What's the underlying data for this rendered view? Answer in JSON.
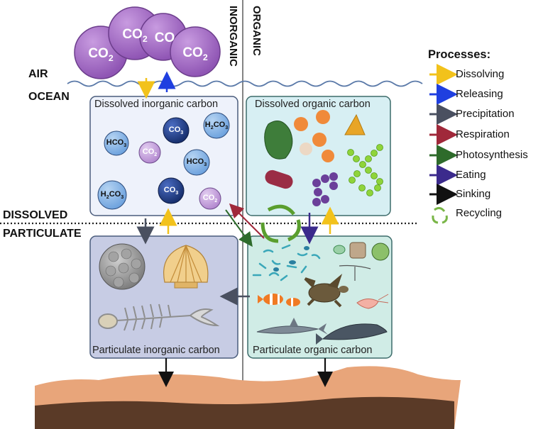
{
  "vertical_labels": {
    "inorganic": "INORGANIC",
    "organic": "ORGANIC"
  },
  "zones": {
    "air": "AIR",
    "ocean": "OCEAN",
    "dissolved": "DISSOLVED",
    "particulate": "PARTICULATE"
  },
  "boxes": {
    "dic": "Dissolved inorganic carbon",
    "doc": "Dissolved organic carbon",
    "pic": "Particulate inorganic carbon",
    "poc": "Particulate organic carbon"
  },
  "air_molecules": [
    "CO2",
    "CO2",
    "CO",
    "CO2"
  ],
  "dic_molecules": [
    "HCO3",
    "CO2",
    "CO3",
    "H2CO3",
    "HCO3",
    "H2CO3",
    "CO3",
    "CO2"
  ],
  "legend": {
    "title": "Processes:",
    "items": [
      {
        "label": "Dissolving",
        "color": "#f2c21b",
        "icon": "arrow-right-icon"
      },
      {
        "label": "Releasing",
        "color": "#1f3fe0",
        "icon": "arrow-right-icon"
      },
      {
        "label": "Precipitation",
        "color": "#4a5060",
        "icon": "arrow-right-icon"
      },
      {
        "label": "Respiration",
        "color": "#a0283a",
        "icon": "arrow-right-icon"
      },
      {
        "label": "Photosynthesis",
        "color": "#2e6b2b",
        "icon": "arrow-right-icon"
      },
      {
        "label": "Eating",
        "color": "#3b2a8c",
        "icon": "arrow-right-icon"
      },
      {
        "label": "Sinking",
        "color": "#111111",
        "icon": "arrow-right-icon"
      },
      {
        "label": "Recycling",
        "color": "#7ab648",
        "icon": "recycling-icon"
      }
    ]
  },
  "colors": {
    "co2_bubble": "#a56cc1",
    "dic_box": "#eef2fb",
    "doc_box": "#d7eff3",
    "pic_box": "#c7cce4",
    "poc_box": "#d0ece6",
    "sediment_top": "#e8a57a",
    "sediment_bottom": "#5a3a27"
  }
}
